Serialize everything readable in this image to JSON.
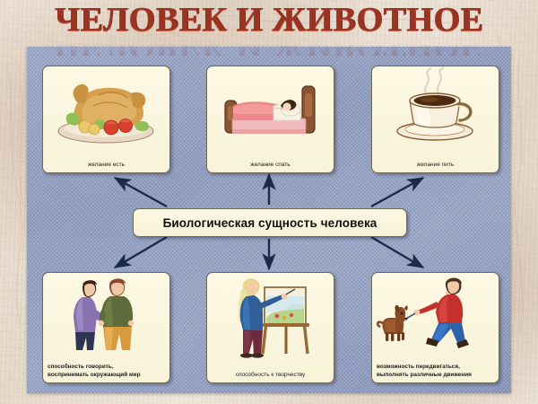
{
  "slide": {
    "title": "ЧЕЛОВЕК И ЖИВОТНОЕ",
    "center_label": "Биологическая сущность человека",
    "colors": {
      "title": "#9b3323",
      "panel": "#919ec0",
      "card": "#fcf8e3",
      "arrow": "#1b2a4a",
      "background": "#e9ded2"
    }
  },
  "cards": [
    {
      "id": "eat",
      "caption": "желание есть",
      "icon": "roast-chicken-platter-icon",
      "align": "center",
      "row": "top"
    },
    {
      "id": "sleep",
      "caption": "желание спать",
      "icon": "person-sleeping-in-bed-icon",
      "align": "center",
      "row": "top"
    },
    {
      "id": "drink",
      "caption": "желание пить",
      "icon": "coffee-cup-icon",
      "align": "center",
      "row": "top"
    },
    {
      "id": "speak",
      "caption_line1": "способность говорить,",
      "caption_line2": "воспринимать окружающий мир",
      "icon": "two-people-talking-icon",
      "align": "left",
      "row": "bottom"
    },
    {
      "id": "create",
      "caption": "способность к творчеству",
      "icon": "painter-at-easel-icon",
      "align": "center",
      "row": "bottom"
    },
    {
      "id": "move",
      "caption_line1": "возможность передвигаться,",
      "caption_line2": "выполнять различные движения",
      "icon": "person-walking-dog-icon",
      "align": "left",
      "row": "bottom"
    }
  ]
}
